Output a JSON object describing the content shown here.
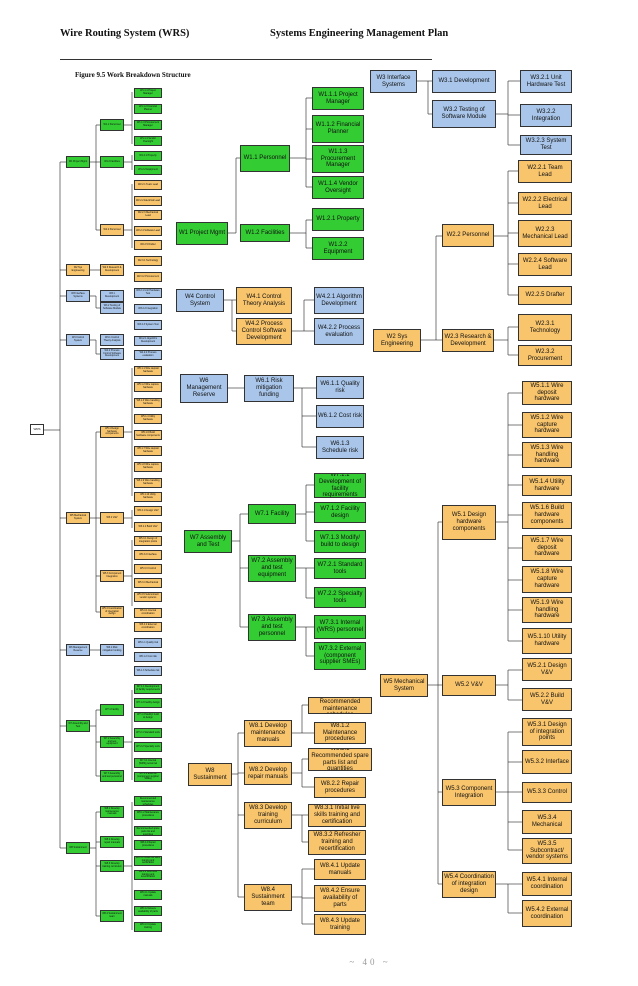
{
  "header": {
    "left": "Wire Routing System (WRS)",
    "right": "Systems Engineering Management Plan",
    "figure_caption": "Figure 9.5 Work Breakdown Structure"
  },
  "footer": {
    "page": "~ 40 ~"
  },
  "colors": {
    "green": "#33cc33",
    "blue": "#a9c6ea",
    "orange": "#f8c46c",
    "line": "#222222"
  },
  "small_chart": {
    "root": "WRS",
    "level1": [
      "W1 Project Mgmt",
      "W2 Sys Engineering",
      "W3 Interface Systems",
      "W4 Control System",
      "W5 Mechanical System",
      "W6 Management Reserve",
      "W7 Assembly and Test",
      "W8 Sustainment"
    ],
    "level2": [
      "W1.1 Personnel",
      "W1.2 Facilities",
      "W2.2 Personnel",
      "W2.3 Research & Development",
      "W3.1 Development",
      "W3.2 Testing of Software Module",
      "W4.1 Control Theory Analysis",
      "W4.2 Process Control Software Development",
      "W5.1 Design hardware components",
      "W5.2 V&V",
      "W5.3 Component Integration",
      "W5.4 Coordination of integration design",
      "W6.1 Risk mitigation funding",
      "W7.1 Facility",
      "W7.2 Assembly and test equipment",
      "W7.3 Assembly and test personnel",
      "W8.1 Develop maintenance manuals",
      "W8.2 Develop repair manuals",
      "W8.3 Develop training curriculum",
      "W8.4 Sustainment team"
    ],
    "level3": [
      "W1.1.1 Project Manager",
      "W1.1.2 Financial Planner",
      "W1.1.3 Procurement Manager",
      "W1.1.4 Vendor Oversight",
      "W1.2.1 Property",
      "W1.2.2 Equipment",
      "W2.2.1 Team Lead",
      "W2.2.2 Electrical Lead",
      "W2.2.3 Mechanical Lead",
      "W2.2.4 Software Lead",
      "W2.2.5 Drafter",
      "W2.3.1 Technology",
      "W2.3.2 Procurement",
      "W3.2.1 Unit Hardware Test",
      "W3.2.2 Integration",
      "W3.2.3 System Test",
      "W4.2.1 Algorithm Development",
      "W4.2.2 Process evaluation",
      "W5.1.1 Wire deposit hardware",
      "W5.1.2 Wire capture hardware",
      "W5.1.3 Wire handling hardware",
      "W5.1.4 Utility hardware",
      "W5.1.6 Build hardware components",
      "W5.1.7 Wire deposit hardware",
      "W5.1.8 Wire capture hardware",
      "W5.1.9 Wire handling hardware",
      "W5.1.10 Utility hardware",
      "W5.2.1 Design V&V",
      "W5.2.2 Build V&V",
      "W5.3.1 Design of integration points",
      "W5.3.2 Interface",
      "W5.3.3 Control",
      "W5.3.4 Mechanical",
      "W5.3.5 Subcontract/ vendor systems",
      "W5.4.1 Internal coordination",
      "W5.4.2 External coordination",
      "W6.1.1 Quality risk",
      "W6.1.2 Cost risk",
      "W6.1.3 Schedule risk",
      "W7.1.1 Development of facility requirements",
      "W7.1.2 Facility design",
      "W7.1.3 Modify/ build to design",
      "W7.2.1 Standard tools",
      "W7.2.2 Specialty tools",
      "W7.3.1 Internal (WRS) personnel",
      "W7.3.2 External (component supplier SMEs)",
      "W8.1.1 Recommended maintenance schedules",
      "W8.1.2 Maintenance procedures",
      "W8.2.1 Recommended spare parts list and quantities",
      "W8.2.2 Repair procedures",
      "W8.3.1 Initial live skills training and certification",
      "W8.3.2 Refresher training and recertification",
      "W8.4.1 Update manuals",
      "W8.4.2 Ensure availability of parts",
      "W8.4.3 Update training"
    ]
  },
  "w1": {
    "root": "W1 Project Mgmt",
    "personnel": "W1.1 Personnel",
    "facilities": "W1.2 Facilities",
    "pm": "W1.1.1 Project Manager",
    "fp": "W1.1.2 Financial Planner",
    "prm": "W1.1.3 Procurement Manager",
    "vo": "W1.1.4 Vendor Oversight",
    "prop": "W1.2.1 Property",
    "equip": "W1.2.2 Equipment"
  },
  "w3": {
    "root": "W3 Interface Systems",
    "dev": "W3.1 Development",
    "test": "W3.2 Testing of Software Module",
    "unit": "W3.2.1 Unit Hardware Test",
    "integ": "W3.2.2 Integration",
    "sys": "W3.2.3 System Test"
  },
  "w4": {
    "root": "W4 Control System",
    "theory": "W4.1 Control Theory Analysis",
    "pcsd": "W4.2 Process Control Software Development",
    "algo": "W4.2.1 Algorithm Development",
    "eval": "W4.2.2 Process evaluation"
  },
  "w2": {
    "root": "W2 Sys Engineering",
    "personnel": "W2.2 Personnel",
    "rd": "W2.3 Research & Development",
    "team": "W2.2.1 Team Lead",
    "elec": "W2.2.2 Electrical Lead",
    "mech": "W2.2.3 Mechanical Lead",
    "soft": "W2.2.4 Software Lead",
    "draft": "W2.2.5 Drafter",
    "tech": "W2.3.1 Technology",
    "proc": "W2.3.2 Procurement"
  },
  "w6": {
    "root": "W6 Management Reserve",
    "risk": "W6.1 Risk mitigation funding",
    "quality": "W6.1.1 Quality risk",
    "cost": "W6.1.2 Cost risk",
    "schedule": "W6.1.3 Schedule risk"
  },
  "w7": {
    "root": "W7 Assembly and Test",
    "facility": "W7.1 Facility",
    "equipment": "W7.2 Assembly and test equipment",
    "personnel": "W7.3 Assembly and test personnel",
    "freq": "W7.1.1 Development of facility requirements",
    "fdesign": "W7.1.2 Facility design",
    "modify": "W7.1.3 Modify/ build to design",
    "stdtools": "W7.2.1 Standard tools",
    "spectools": "W7.2.2 Specialty tools",
    "internal": "W7.3.1 Internal (WRS) personnel",
    "external": "W7.3.2 External (component supplier SMEs)"
  },
  "w8": {
    "root": "W8 Sustainment",
    "maint": "W8.1 Develop maintenance manuals",
    "repair": "W8.2 Develop repair manuals",
    "training": "W8.3 Develop training curriculum",
    "team": "W8.4 Sustainment team",
    "sched": "W8.1.1 Recommended maintenance schedules",
    "mproc": "W8.1.2 Maintenance procedures",
    "spares": "W8.2.1 Recommended spare parts list and quantities",
    "rproc": "W8.2.2 Repair procedures",
    "initial": "W8.3.1 Initial live skills training and certification",
    "refresher": "W8.3.2 Refresher training and recertification",
    "upmanuals": "W8.4.1 Update manuals",
    "parts": "W8.4.2 Ensure availability of parts",
    "uptraining": "W8.4.3 Update training"
  },
  "w5": {
    "root": "W5 Mechanical System",
    "design": "W5.1 Design hardware components",
    "vv": "W5.2 V&V",
    "integ": "W5.3 Component Integration",
    "coord": "W5.4 Coordination of integration design",
    "c511": "W5.1.1 Wire deposit hardware",
    "c512": "W5.1.2 Wire capture hardware",
    "c513": "W5.1.3 Wire handling hardware",
    "c514": "W5.1.4 Utility hardware",
    "c516": "W5.1.6 Build hardware components",
    "c517": "W5.1.7 Wire deposit hardware",
    "c518": "W5.1.8 Wire capture hardware",
    "c519": "W5.1.9 Wire handling hardware",
    "c5110": "W5.1.10 Utility hardware",
    "c521": "W5.2.1 Design V&V",
    "c522": "W5.2.2 Build V&V",
    "c531": "W5.3.1 Design of integration points",
    "c532": "W5.3.2 Interface",
    "c533": "W5.3.3 Control",
    "c534": "W5.3.4 Mechanical",
    "c535": "W5.3.5 Subcontract/ vendor systems",
    "c541": "W5.4.1 Internal coordination",
    "c542": "W5.4.2 External coordination"
  }
}
